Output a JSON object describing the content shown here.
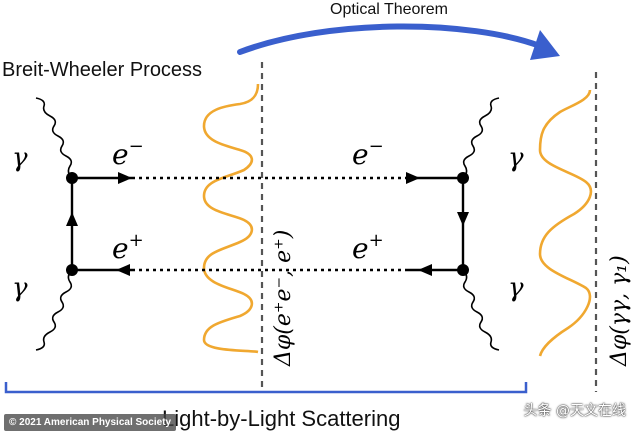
{
  "labels": {
    "optical_theorem": "Optical Theorem",
    "breit_wheeler": "Breit-Wheeler Process",
    "light_by_light": "Light-by-Light Scattering",
    "gamma": "γ",
    "electron": "e",
    "electron_sup": "−",
    "positron": "e",
    "positron_sup": "+",
    "phase_ee": "Δφ(e⁺e⁻, e⁺)",
    "phase_gg": "Δφ(γγ, γ₁)"
  },
  "credit": "© 2021 American Physical Society",
  "watermark": "头条 @天文在线",
  "colors": {
    "wave": "#f0a830",
    "arrow": "#3a5fcd",
    "line": "#000000",
    "dash": "#555555",
    "bracket": "#3a5fcd"
  }
}
